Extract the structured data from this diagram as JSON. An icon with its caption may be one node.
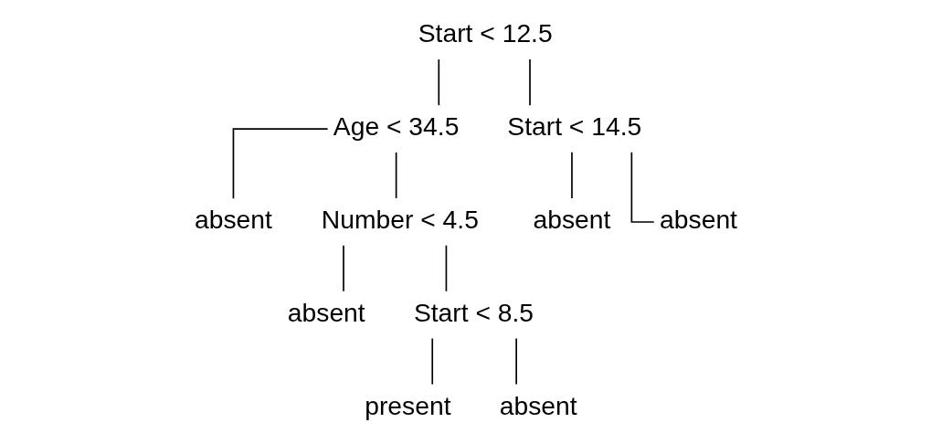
{
  "diagram": {
    "nodes": [
      {
        "text": [
          "Start < 12.5"
        ]
      },
      {
        "text": [
          "Age < 34.5"
        ]
      },
      {
        "text": [
          "absent"
        ]
      },
      {
        "text": [
          "Number < 4.5"
        ]
      },
      {
        "text": [
          "absent"
        ]
      },
      {
        "text": [
          "Start < 8.5"
        ]
      },
      {
        "text": [
          "present"
        ]
      },
      {
        "text": [
          "absent"
        ]
      },
      {
        "text": [
          "Start < 14.5"
        ]
      },
      {
        "text": [
          "absent"
        ]
      },
      {
        "text": [
          "absent"
        ]
      }
    ],
    "edges": [
      {
        "from": 0,
        "to": 1,
        "arrow": "none"
      },
      {
        "from": 0,
        "to": 8,
        "arrow": "none"
      },
      {
        "from": 1,
        "to": 2,
        "arrow": "none"
      },
      {
        "from": 1,
        "to": 3,
        "arrow": "none"
      },
      {
        "from": 3,
        "to": 4,
        "arrow": "none"
      },
      {
        "from": 3,
        "to": 5,
        "arrow": "none"
      },
      {
        "from": 5,
        "to": 6,
        "arrow": "none"
      },
      {
        "from": 5,
        "to": 7,
        "arrow": "none"
      },
      {
        "from": 8,
        "to": 9,
        "arrow": "none"
      },
      {
        "from": 8,
        "to": 10,
        "arrow": "none"
      }
    ]
  }
}
